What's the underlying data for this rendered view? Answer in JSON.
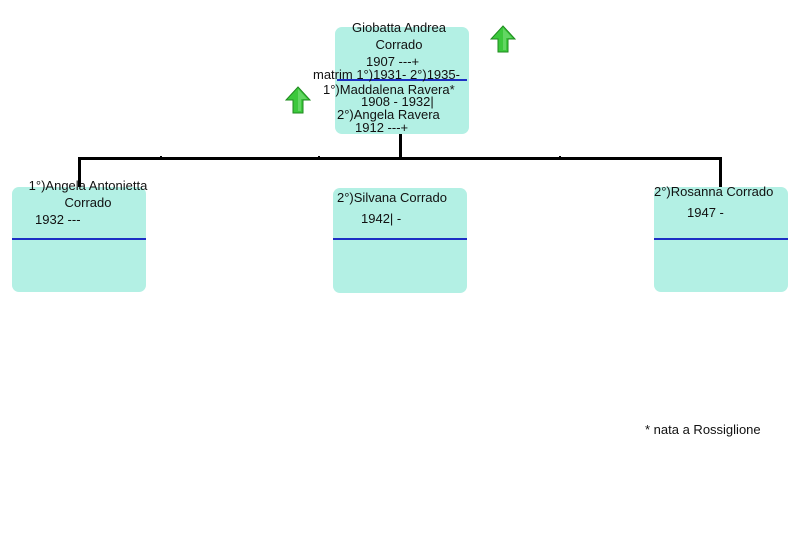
{
  "parent": {
    "name_line1": "Giobatta Andrea",
    "name_line2": "Corrado",
    "dates": "1907 ---+",
    "marriage": "matrim 1°)1931- 2°)1935-",
    "spouse1_name": "1°)Maddalena Ravera*",
    "spouse1_dates": "1908 - 1932|",
    "spouse2_name": "2°)Angela Ravera",
    "spouse2_dates": "1912 ---+"
  },
  "children": [
    {
      "name_line1": "1°)Angela Antonietta",
      "name_line2": "Corrado",
      "dates": "1932 ---"
    },
    {
      "name_line1": "2°)Silvana Corrado",
      "dates": "1942| -"
    },
    {
      "name_line1": "2°)Rosanna Corrado",
      "dates": "1947 -"
    }
  ],
  "footnote": "* nata a Rossiglione",
  "colors": {
    "box_fill": "#b3f0e4",
    "divider": "#1c2fc4",
    "arrow_fill": "#3cc83c",
    "connector": "#000000"
  },
  "icons": [
    "up-arrow-icon",
    "up-arrow-icon"
  ]
}
